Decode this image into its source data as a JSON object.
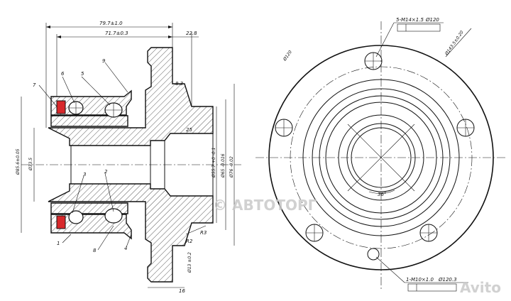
{
  "dimensions": {
    "overall_length": "79.7±1.0",
    "inner_length": "71.7±0.3",
    "flange_offset": "22.8",
    "dim_8_3": "8.3",
    "dim_25": "25",
    "bore_diameter": "Ø33.5",
    "outer_diameter": "Ø85.6±0.05",
    "pilot_diameter": "Ø55.7 +0 -0.1",
    "spigot_diameter": "Ø65 -0.016",
    "flange_diameter": "Ø76 -0.02",
    "stud_diameter": "Ø13 ±0.2",
    "chamfer_r3": "R3",
    "chamfer_r2": "R2",
    "dim_16": "16",
    "pcd_120": "Ø120",
    "dia_143": "Ø143.5±0.20",
    "angle_36": "36°"
  },
  "callouts": {
    "thread_top": "5-M14×1.5",
    "thread_top_position": "Ø120",
    "thread_bottom": "1-M10×1.0",
    "thread_bottom_position": "Ø120.3"
  },
  "balloons": [
    "1",
    "2",
    "3",
    "4",
    "5",
    "6",
    "7",
    "8",
    "9"
  ],
  "watermark": {
    "left_text": "© АВТОТОРГ",
    "right_text": "Avito"
  }
}
